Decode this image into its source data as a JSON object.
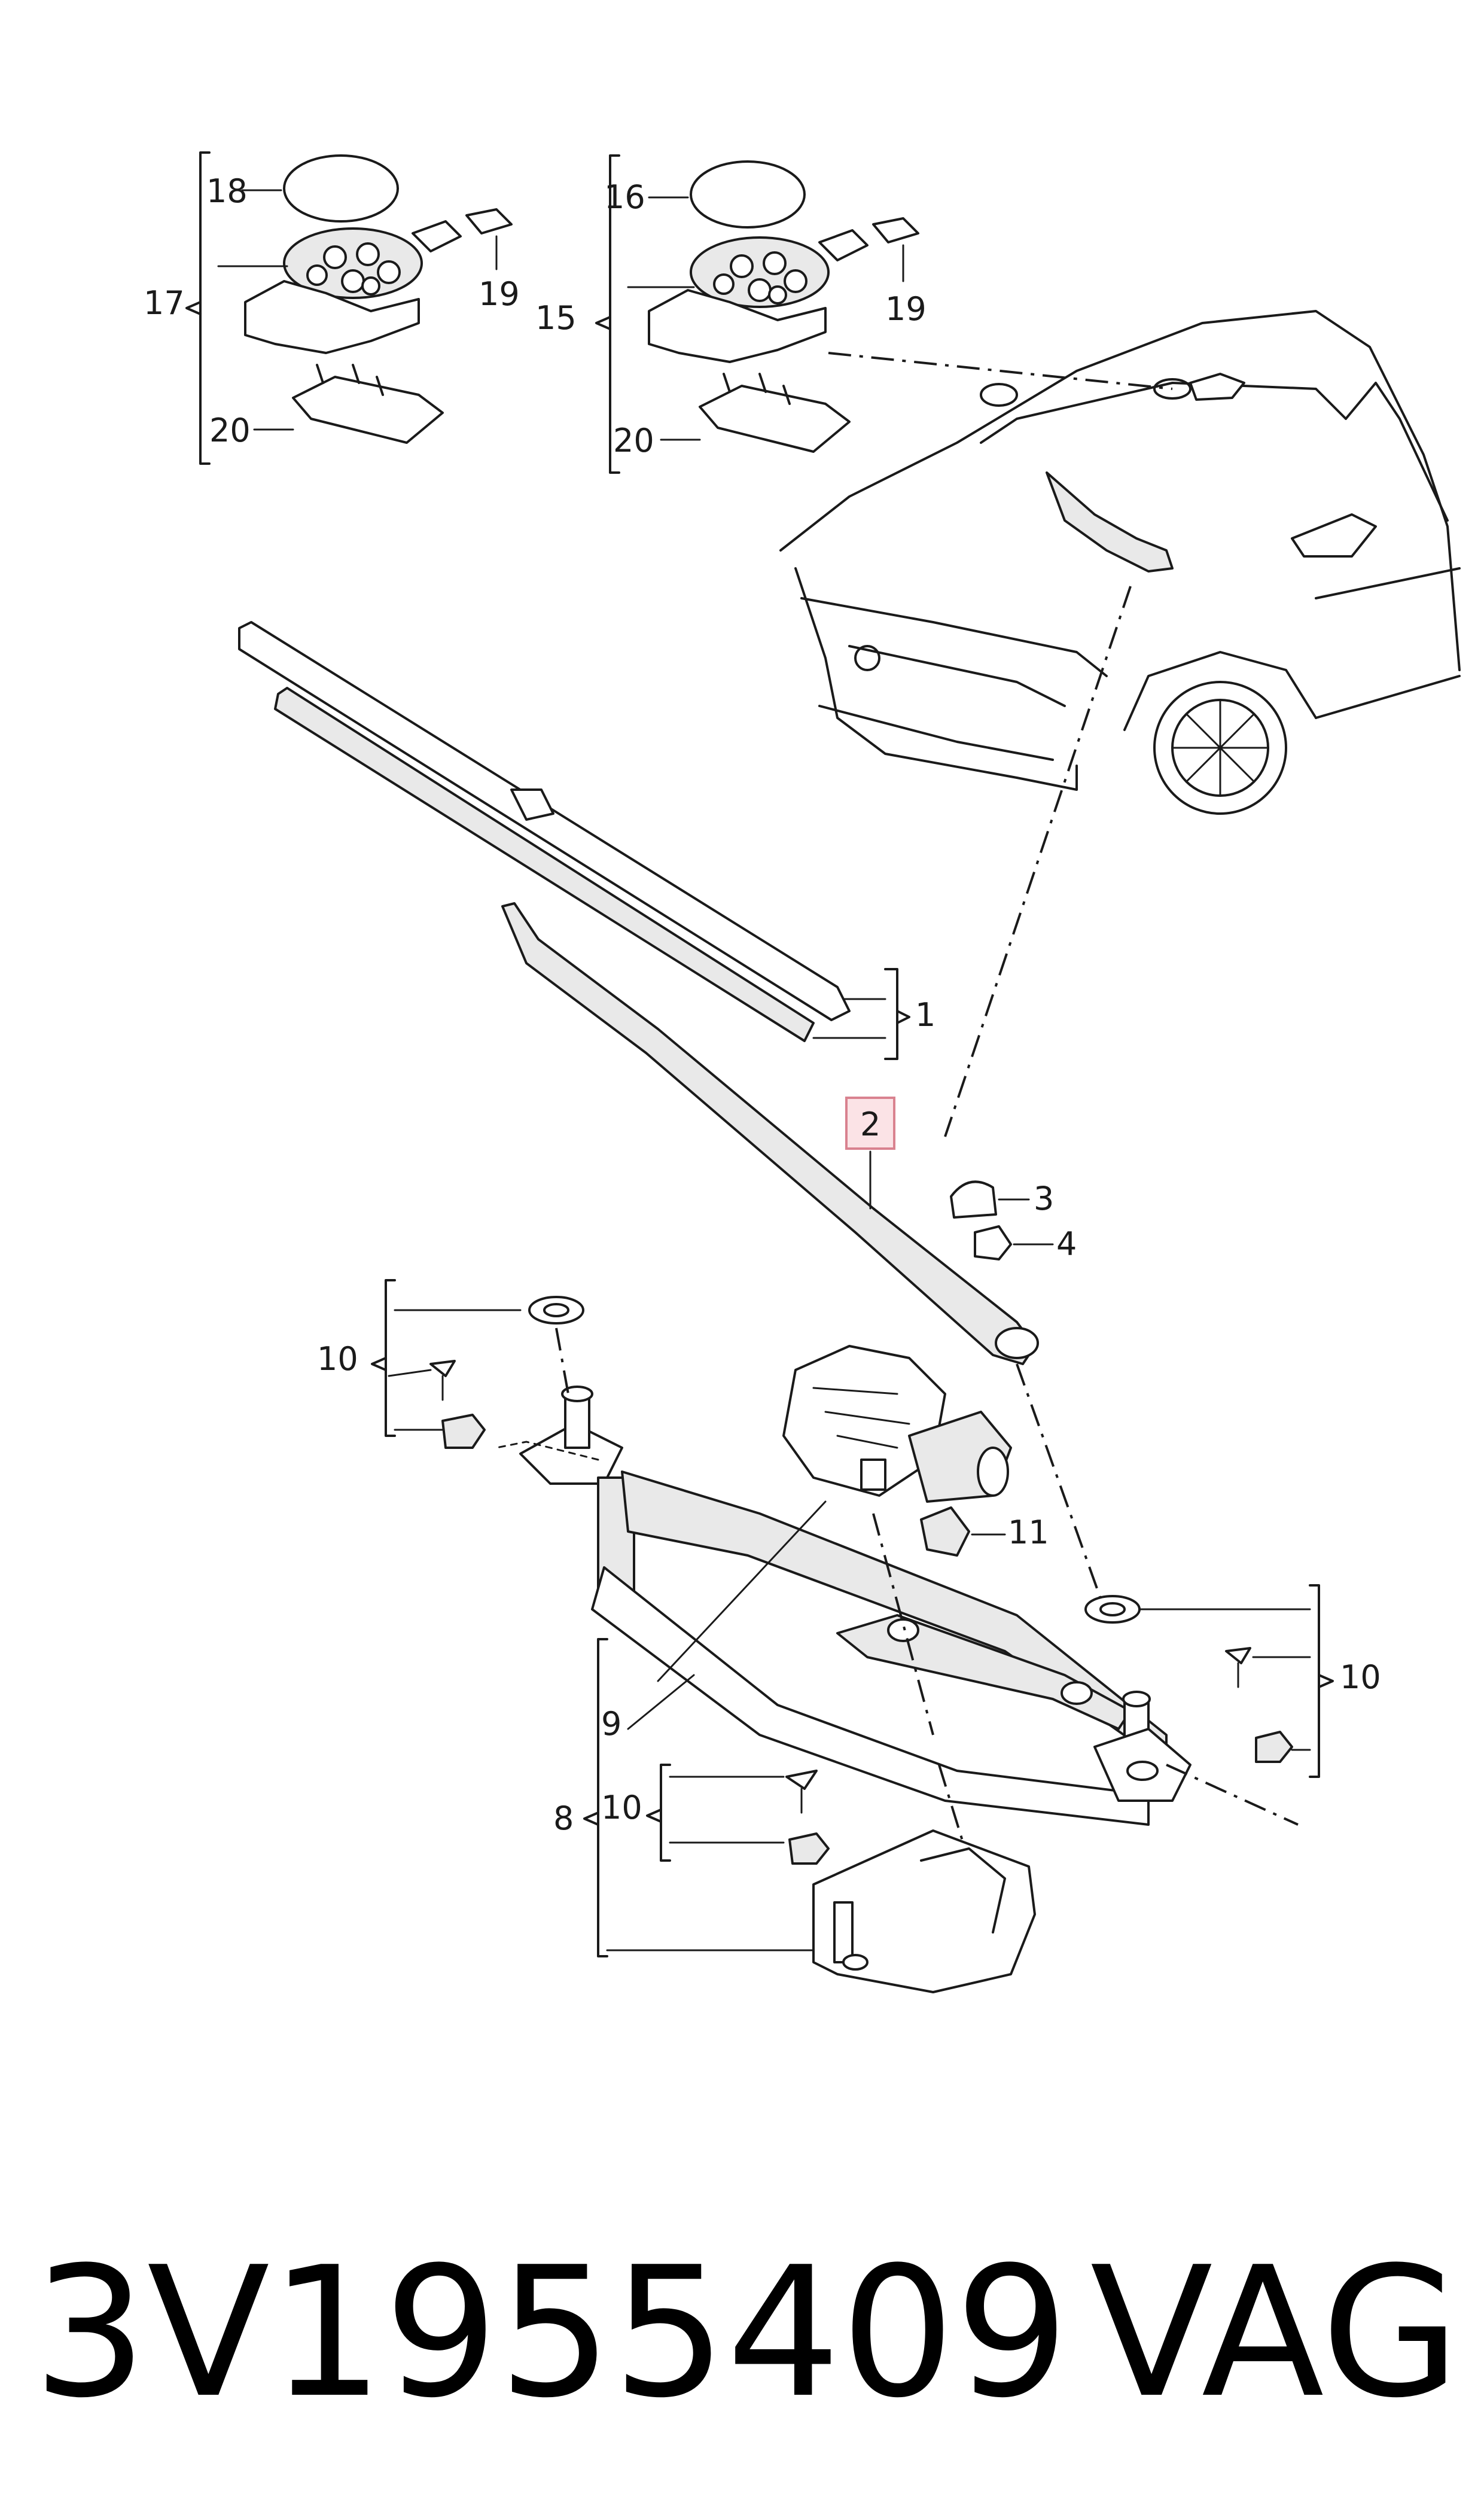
{
  "diagram": {
    "callouts": {
      "c1": "1",
      "c2": "2",
      "c3": "3",
      "c4": "4",
      "c8": "8",
      "c9": "9",
      "c10a": "10",
      "c10b": "10",
      "c10c": "10",
      "c11": "11",
      "c15": "15",
      "c16": "16",
      "c17": "17",
      "c18": "18",
      "c19a": "19",
      "c19b": "19",
      "c20a": "20",
      "c20b": "20"
    },
    "highlight_color": "#fbe3e6"
  },
  "footer": {
    "part_number": "3V1955409",
    "brand": "VAG"
  }
}
